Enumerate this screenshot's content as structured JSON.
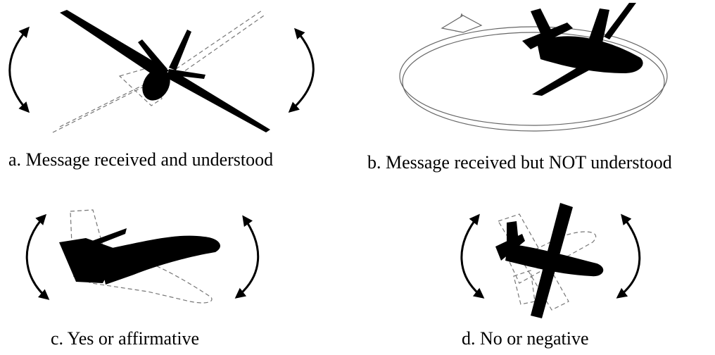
{
  "figure": {
    "panels": [
      {
        "id": "a",
        "caption": "a. Message received and understood",
        "signal": "wing rocking"
      },
      {
        "id": "b",
        "caption": "b. Message received but NOT understood",
        "signal": "circling turn"
      },
      {
        "id": "c",
        "caption": "c. Yes or affirmative",
        "signal": "pitch up and down"
      },
      {
        "id": "d",
        "caption": "d. No or negative",
        "signal": "yaw left and right"
      }
    ]
  },
  "colors": {
    "ink": "#000000",
    "ghost": "#777777",
    "background": "#ffffff"
  }
}
